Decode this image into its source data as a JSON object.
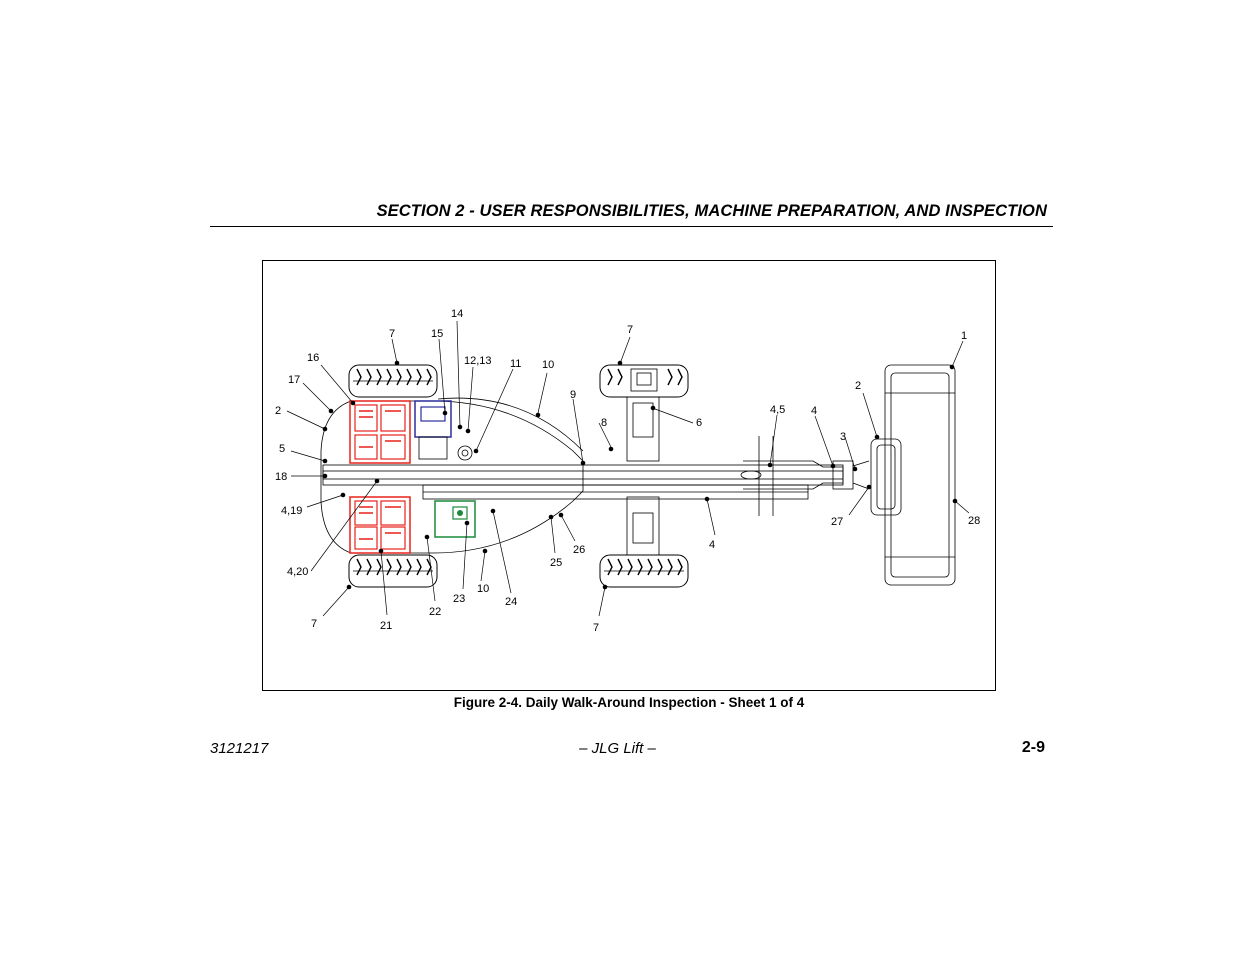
{
  "header": {
    "section_title": "SECTION 2 - USER RESPONSIBILITIES, MACHINE PREPARATION, AND INSPECTION"
  },
  "figure": {
    "caption": "Figure 2-4. Daily Walk-Around Inspection - Sheet 1 of 4",
    "callouts": [
      "1",
      "2",
      "2",
      "3",
      "4",
      "4",
      "4,5",
      "4,19",
      "4,20",
      "5",
      "6",
      "7",
      "7",
      "7",
      "7",
      "8",
      "9",
      "10",
      "10",
      "11",
      "12,13",
      "14",
      "15",
      "16",
      "17",
      "18",
      "21",
      "22",
      "23",
      "24",
      "25",
      "26",
      "27",
      "28"
    ],
    "colors": {
      "battery_red": "#e8221b",
      "motor_blue": "#2b2f9c",
      "module_green": "#1a8a3a"
    }
  },
  "footer": {
    "doc_number": "3121217",
    "center": "– JLG Lift –",
    "page": "2-9"
  }
}
